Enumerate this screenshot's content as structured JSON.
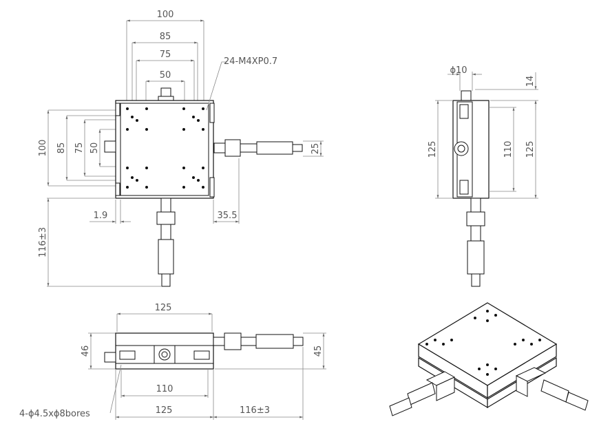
{
  "top_view": {
    "dims": {
      "w100": "100",
      "w85": "85",
      "w75": "75",
      "w50": "50",
      "h100": "100",
      "h85": "85",
      "h75": "75",
      "h50": "50",
      "thread": "24-M4XP0.7",
      "off19": "1.9",
      "off355": "35.5",
      "h25": "25",
      "travel": "116±3"
    }
  },
  "side_view": {
    "dims": {
      "d10": "ϕ10",
      "t14": "14",
      "h125a": "125",
      "h110": "110",
      "h125b": "125"
    }
  },
  "front_view": {
    "dims": {
      "w125top": "125",
      "h46": "46",
      "h45": "45",
      "w110": "110",
      "w125bot": "125",
      "travel": "116±3",
      "bores": "4-ϕ4.5xϕ8bores"
    }
  }
}
